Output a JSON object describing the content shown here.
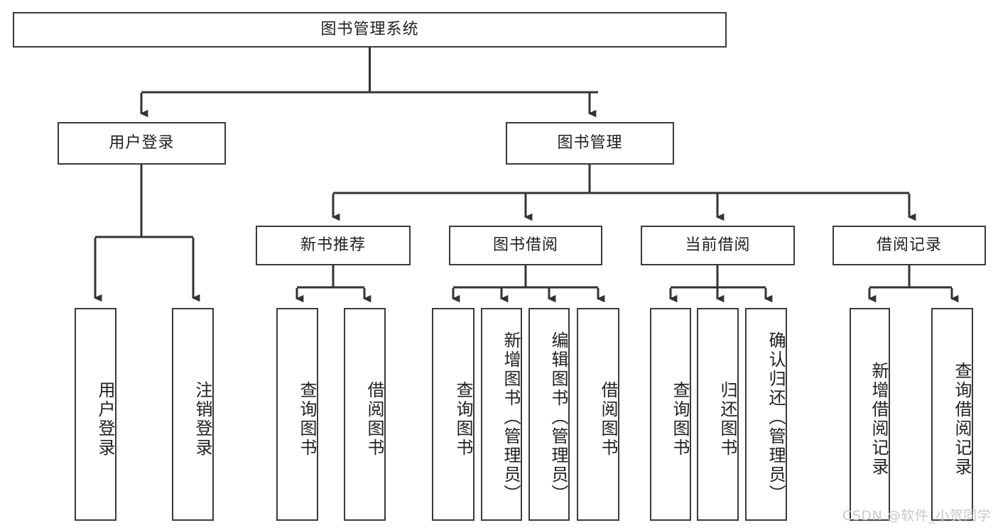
{
  "diagram": {
    "title": "图书管理系统",
    "type": "tree-hierarchy",
    "root": {
      "label": "图书管理系统"
    },
    "level1": [
      {
        "label": "用户登录"
      },
      {
        "label": "图书管理"
      }
    ],
    "level2": [
      {
        "label": "新书推荐",
        "parent": "图书管理"
      },
      {
        "label": "图书借阅",
        "parent": "图书管理"
      },
      {
        "label": "当前借阅",
        "parent": "图书管理"
      },
      {
        "label": "借阅记录",
        "parent": "图书管理"
      }
    ],
    "leaves": {
      "user_login": [
        {
          "label": "用户登录"
        },
        {
          "label": "注销登录"
        }
      ],
      "new_book_rec": [
        {
          "label": "查询图书"
        },
        {
          "label": "借阅图书"
        }
      ],
      "book_borrow": [
        {
          "label": "查询图书"
        },
        {
          "label": "新增图书（管理员）"
        },
        {
          "label": "编辑图书（管理员）"
        },
        {
          "label": "借阅图书"
        }
      ],
      "current_borrow": [
        {
          "label": "查询图书"
        },
        {
          "label": "归还图书"
        },
        {
          "label": "确认归还（管理员）"
        }
      ],
      "borrow_record": [
        {
          "label": "新增借阅记录"
        },
        {
          "label": "查询借阅记录"
        }
      ]
    }
  },
  "watermark": {
    "text": "CSDN @软件_小贺同学"
  },
  "colors": {
    "background": "#ffffff",
    "border": "#3a3a3a",
    "text": "#1f1f1f",
    "connector": "#333333",
    "watermark": "#c9c9c9"
  }
}
